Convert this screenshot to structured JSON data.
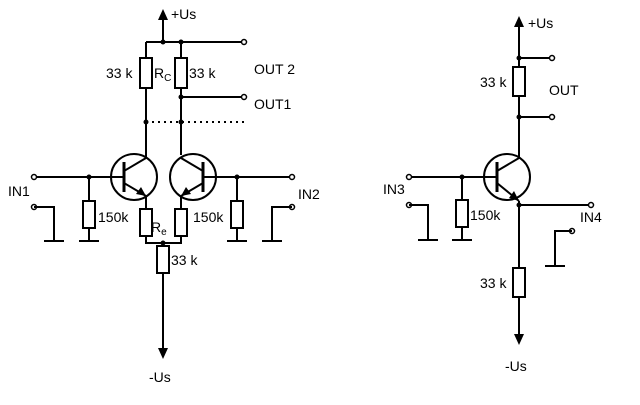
{
  "diff_amp": {
    "supply_pos": "+Us",
    "supply_neg": "-Us",
    "rc_left_value": "33 k",
    "rc_left_name": "R",
    "rc_left_sub": "C",
    "rc_right_value": "33 k",
    "out2": "OUT 2",
    "out1": "OUT1",
    "in1": "IN1",
    "in2": "IN2",
    "rb_left_value": "150k",
    "rb_right_value": "150k",
    "re_name": "R",
    "re_sub": "e",
    "tail_value": "33 k"
  },
  "single_amp": {
    "supply_pos": "+Us",
    "supply_neg": "-Us",
    "rc_value": "33 k",
    "out": "OUT",
    "in3": "IN3",
    "in4": "IN4",
    "rb_value": "150k",
    "re_value": "33 k"
  }
}
